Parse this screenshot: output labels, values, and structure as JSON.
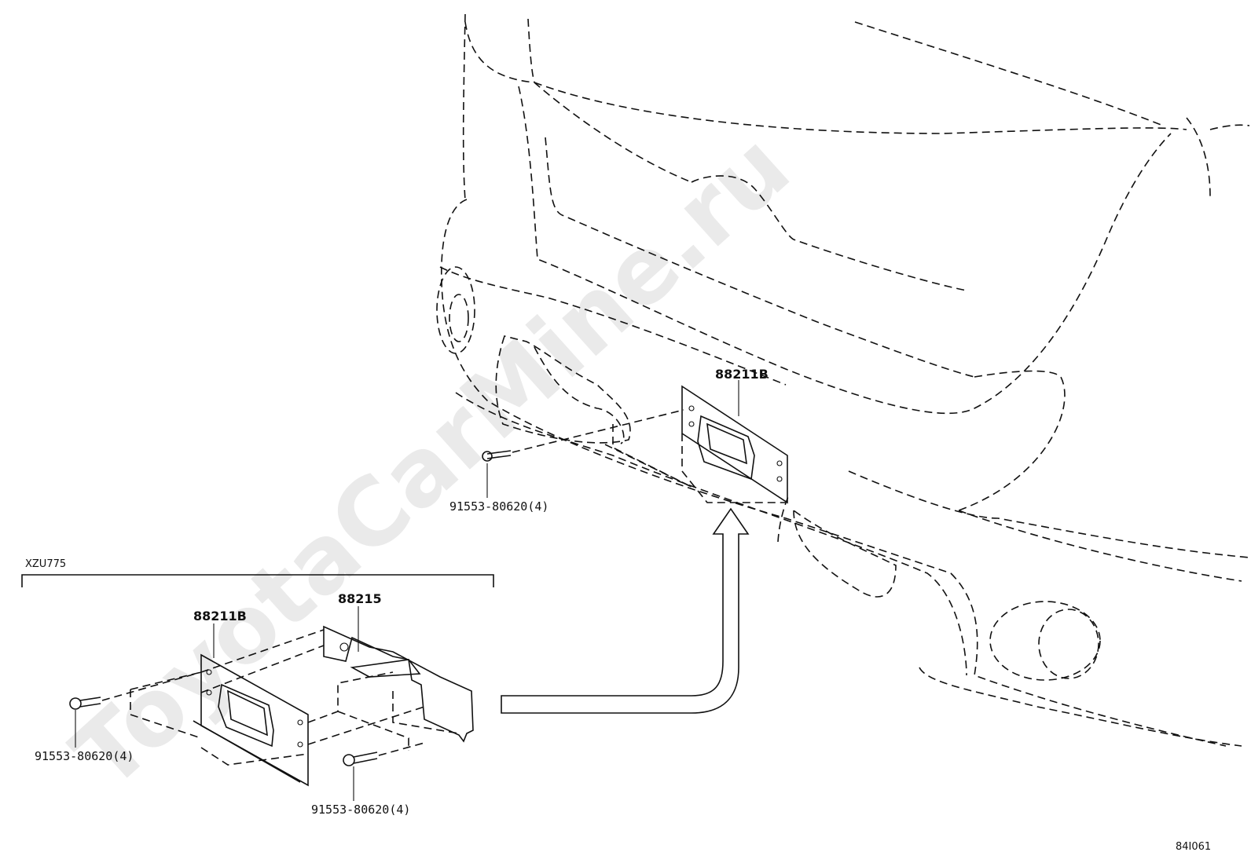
{
  "watermark": "ToyotaCarMine.ru",
  "labels": {
    "variant": "XZU775",
    "part_upper_sensor": "88211B",
    "part_lower_sensor": "88211B",
    "part_bracket": "88215",
    "bolt_upper": "91553-80620(4)",
    "bolt_lower_left": "91553-80620(4)",
    "bolt_lower_right": "91553-80620(4)",
    "figure_code": "84I061"
  }
}
